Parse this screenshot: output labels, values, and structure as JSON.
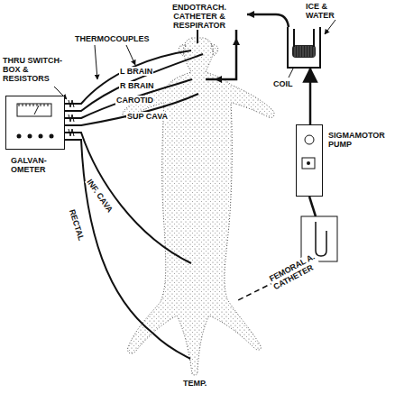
{
  "diagram": {
    "nodes": [
      {
        "text": [
          "GALVAN- OMETER"
        ]
      },
      {
        "text": [
          "ICE & WATER"
        ]
      },
      {
        "text": [
          "SIGMAMOTOR PUMP"
        ]
      }
    ],
    "edges": [
      {
        "from": 2,
        "to": 1,
        "arrow": "to"
      }
    ],
    "labels": [
      "ENDOTRACH. CATHETER & RESPIRATOR",
      "THERMOCOUPLES",
      "THRU SWITCH-BOX & RESISTORS",
      "L BRAIN",
      "R BRAIN",
      "CAROTID",
      "SUP CAVA",
      "INF. CAVA",
      "RECTAL",
      "COIL",
      "FEMORAL A. CATHETER",
      "TEMP."
    ]
  }
}
